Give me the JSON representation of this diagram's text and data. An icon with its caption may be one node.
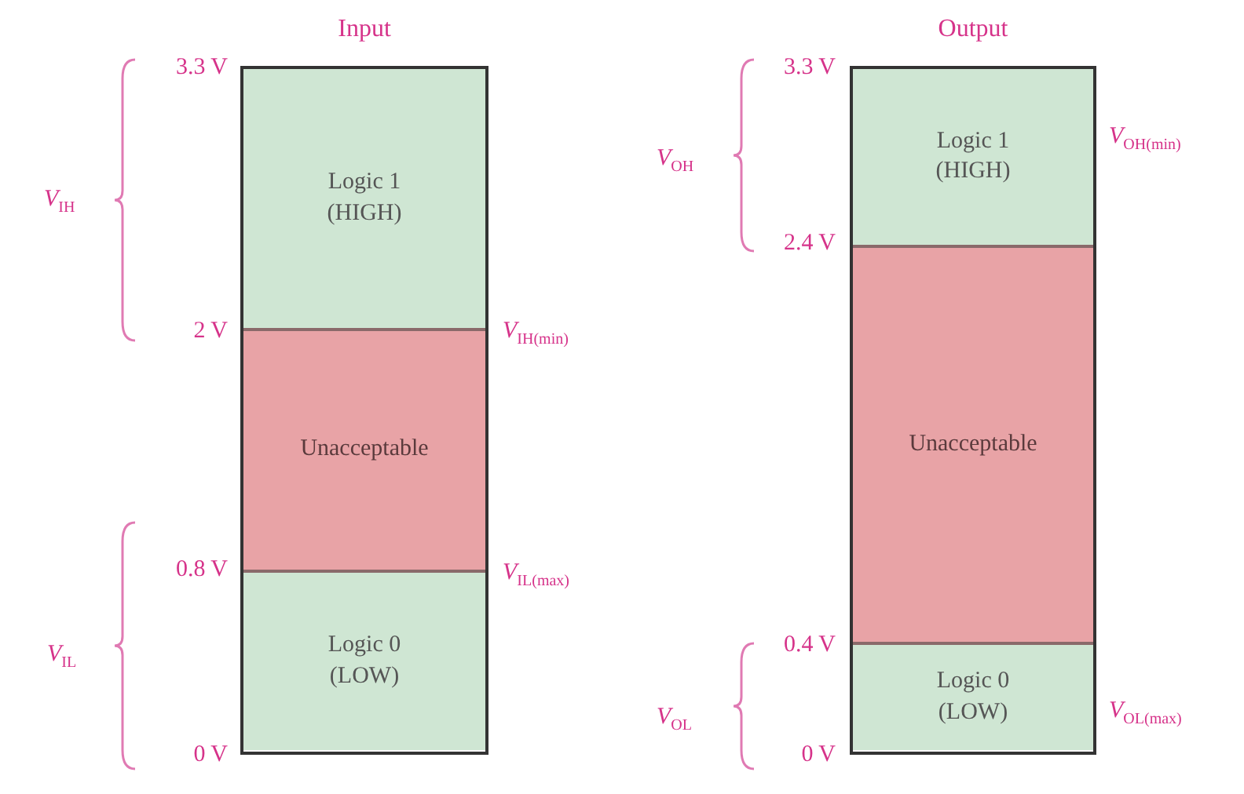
{
  "diagram": {
    "nodes": [
      {
        "text": [
          "Input"
        ]
      },
      {
        "text": [
          "Logic 1 (HIGH)"
        ],
        "in": 0
      },
      {
        "text": [
          "Unacceptable"
        ],
        "in": 0
      },
      {
        "text": [
          "Logic 0 (LOW)"
        ],
        "in": 0
      },
      {
        "text": [
          "Output"
        ]
      },
      {
        "text": [
          "Logic 1 (HIGH)"
        ],
        "in": 4
      },
      {
        "text": [
          "Unacceptable"
        ],
        "in": 4
      },
      {
        "text": [
          "Logic 0 (LOW)"
        ],
        "in": 4
      }
    ],
    "edges": [],
    "labels": [
      "3.3 V",
      "*V*$_{IH}$",
      "2 V",
      "*V*$_{IH(min)}$",
      "0.8 V",
      "*V*$_{IL(max)}$",
      "*V*$_{IL}$",
      "0 V",
      "3.3 V",
      "*V*$_{OH}$",
      "*V*$_{OH(min)}$",
      "2.4 V",
      "0.4 V",
      "*V*$_{OL}$",
      "*V*$_{OL(max)}$",
      "0 V"
    ]
  }
}
